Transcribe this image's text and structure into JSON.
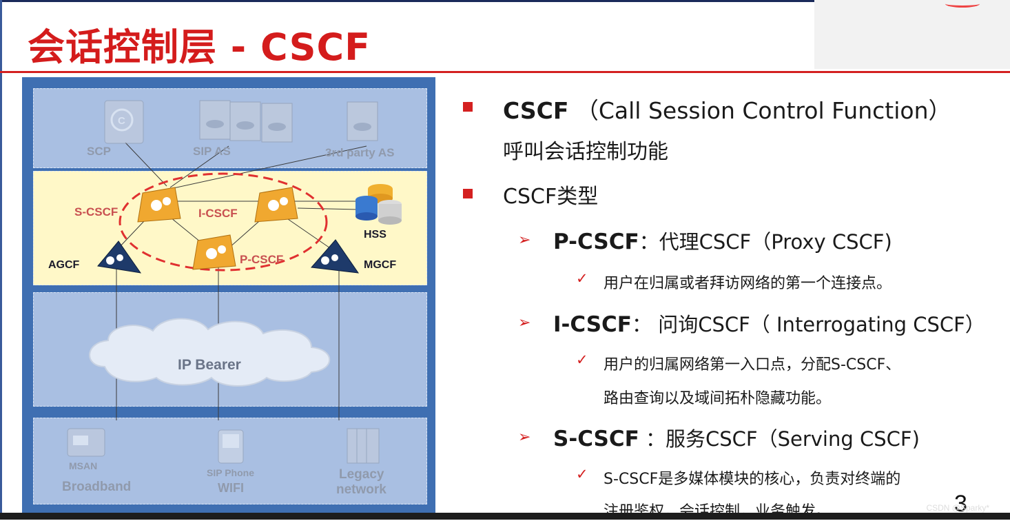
{
  "slide": {
    "title": "会话控制层 - CSCF",
    "page_number": "3",
    "watermark": "CSDN @Sparky*"
  },
  "diagram": {
    "app_layer": {
      "scp": "SCP",
      "sip_as": "SIP AS",
      "third_party_as": "3rd party AS"
    },
    "control_layer": {
      "s_cscf": "S-CSCF",
      "i_cscf": "I-CSCF",
      "p_cscf": "P-CSCF",
      "hss": "HSS",
      "agcf": "AGCF",
      "mgcf": "MGCF"
    },
    "bearer_layer": {
      "ip_bearer": "IP Bearer"
    },
    "access_layer": {
      "msan": "MSAN",
      "broadband": "Broadband",
      "sip_phone": "SIP Phone",
      "wifi": "WIFI",
      "legacy_line1": "Legacy",
      "legacy_line2": "network"
    }
  },
  "content": {
    "bullet1": {
      "term": "CSCF",
      "expansion": "（Call Session Control Function）",
      "desc": "呼叫会话控制功能"
    },
    "bullet2": {
      "label": "CSCF类型"
    },
    "pcscf": {
      "term": "P-CSCF",
      "desc": "：代理CSCF（Proxy  CSCF)",
      "detail": "用户在归属或者拜访网络的第一个连接点。"
    },
    "icscf": {
      "term": "I-CSCF",
      "desc": "：  问询CSCF（  Interrogating CSCF）",
      "detail1": "用户的归属网络第一入口点，分配S-CSCF、",
      "detail2": "路由查询以及域间拓朴隐藏功能。"
    },
    "scscf": {
      "term": "S-CSCF",
      "desc": "  ：服务CSCF（Serving  CSCF)",
      "detail1": "S-CSCF是多媒体模块的核心，负责对终端的",
      "detail2": "注册鉴权，会话控制，业务触发。"
    }
  },
  "colors": {
    "accent": "#d42020",
    "diagram_bg": "#3f6fb2",
    "control_layer_bg": "#fff8c8",
    "layer_bg": "#a9bfe2"
  }
}
